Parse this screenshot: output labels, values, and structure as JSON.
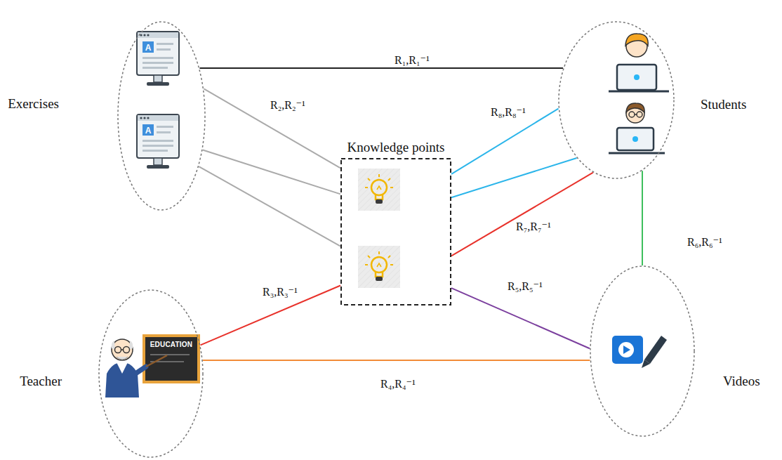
{
  "diagram": {
    "nodes": [
      {
        "text": [
          "Exercises"
        ]
      },
      {
        "text": [
          "Students"
        ]
      },
      {
        "text": [
          "Knowledge points"
        ]
      },
      {
        "text": [
          "Teacher"
        ]
      },
      {
        "text": [
          "Videos"
        ]
      }
    ],
    "edges": [
      {
        "from": 0,
        "to": 1,
        "arrow": "none",
        "label": "R₁,R₁⁻¹"
      },
      {
        "from": 0,
        "to": 2,
        "arrow": "none",
        "label": "R₂,R₂⁻¹"
      },
      {
        "from": 0,
        "to": 2,
        "arrow": "none"
      },
      {
        "from": 0,
        "to": 2,
        "arrow": "none"
      },
      {
        "from": 2,
        "to": 1,
        "arrow": "none",
        "label": "R₈,R₈⁻¹"
      },
      {
        "from": 2,
        "to": 1,
        "arrow": "none"
      },
      {
        "from": 2,
        "to": 1,
        "arrow": "none",
        "label": "R₇,R₇⁻¹"
      },
      {
        "from": 3,
        "to": 2,
        "arrow": "none",
        "label": "R₃,R₃⁻¹"
      },
      {
        "from": 2,
        "to": 4,
        "arrow": "none",
        "label": "R₅,R₅⁻¹"
      },
      {
        "from": 3,
        "to": 4,
        "arrow": "none",
        "label": "R₄,R₄⁻¹"
      },
      {
        "from": 1,
        "to": 4,
        "arrow": "none",
        "label": "R₆,R₆⁻¹"
      }
    ],
    "labels": [
      "A",
      "A",
      "EDUCATION"
    ]
  }
}
